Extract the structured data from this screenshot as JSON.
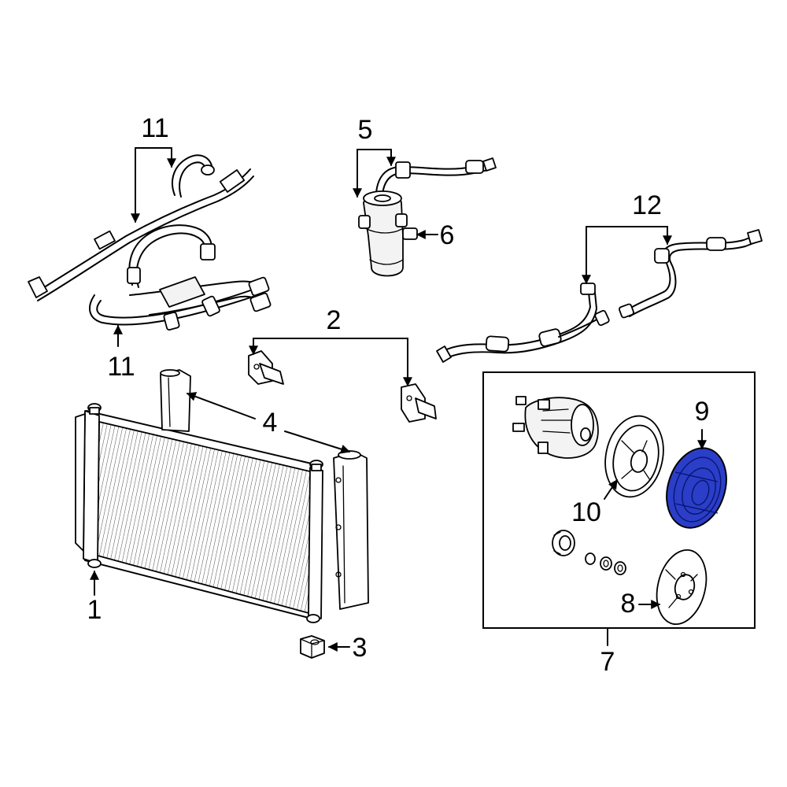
{
  "callouts": {
    "c1": "1",
    "c2": "2",
    "c3": "3",
    "c4": "4",
    "c5": "5",
    "c6": "6",
    "c7": "7",
    "c8": "8",
    "c9": "9",
    "c10": "10",
    "c11_top": "11",
    "c11_bottom": "11",
    "c12": "12"
  },
  "colors": {
    "highlight_part": "#2a3ec8",
    "line": "#000000",
    "background": "#ffffff"
  }
}
